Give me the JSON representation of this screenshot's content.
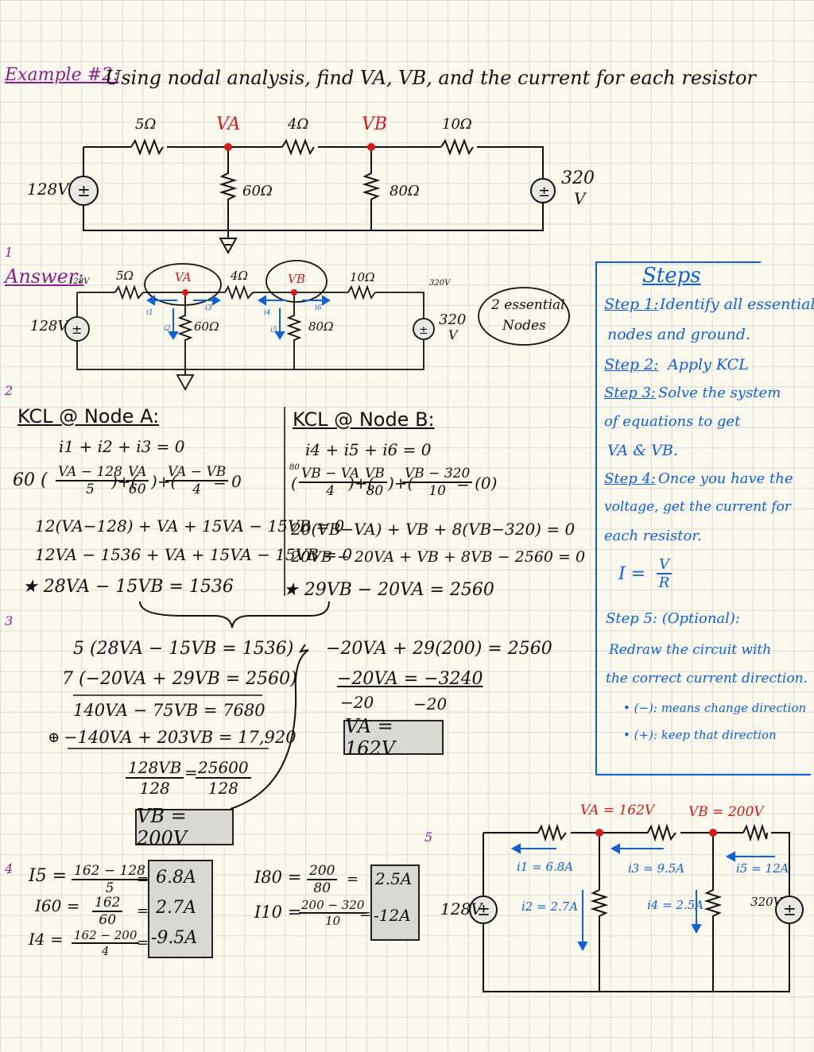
{
  "title": {
    "label": "Example #2:",
    "text": "Using nodal analysis, find VA, VB, and the current for each resistor"
  },
  "circuit1": {
    "r1": "5Ω",
    "va": "VA",
    "r2": "4Ω",
    "vb": "VB",
    "r3": "10Ω",
    "src_left": "128V",
    "r60": "60Ω",
    "r80": "80Ω",
    "src_right": "320",
    "src_right_unit": "V"
  },
  "answer": {
    "step_num": "1",
    "label": "Answer:",
    "left_node_v": "128V",
    "right_node_v": "320V",
    "r1": "5Ω",
    "va": "VA",
    "r2": "4Ω",
    "vb": "VB",
    "r3": "10Ω",
    "src_left": "128V",
    "r60": "60Ω",
    "r80": "80Ω",
    "src_right": "320",
    "src_right_unit": "V",
    "i1": "i1",
    "i2": "i2",
    "i3": "i3",
    "i4": "i4",
    "i5": "i5",
    "i6": "i6",
    "essential_line1": "2 essential",
    "essential_line2": "Nodes"
  },
  "steps": {
    "heading": "Steps",
    "s1_label": "Step 1:",
    "s1_text1": "Identify all essential",
    "s1_text2": "nodes and ground.",
    "s2_label": "Step 2:",
    "s2_text": "Apply KCL",
    "s3_label": "Step 3:",
    "s3_text1": "Solve the system",
    "s3_text2": "of equations to get",
    "s3_text3": "VA & VB.",
    "s4_label": "Step 4:",
    "s4_text1": "Once you have the",
    "s4_text2": "voltage, get the current for",
    "s4_text3": "each resistor.",
    "ohm_lhs": "I =",
    "ohm_num": "V",
    "ohm_den": "R",
    "s5_label": "Step 5: (Optional):",
    "s5_text1": "Redraw the circuit with",
    "s5_text2": "the correct current direction.",
    "s5_b1": "• (−): means change direction",
    "s5_b2": "• (+): keep that direction"
  },
  "kcl_a": {
    "step_num": "2",
    "heading": "KCL @ Node A:",
    "eq1": "i1 + i2 + i3 = 0",
    "eq2_pre": "60 (",
    "eq2_f1n": "VA − 128",
    "eq2_f1d": "5",
    "eq2_f2n": "VA",
    "eq2_f2d": "60",
    "eq2_f3n": "VA − VB",
    "eq2_f3d": "4",
    "eq2_post": "= 0",
    "eq3": "12(VA−128) + VA + 15VA − 15VB = 0",
    "eq4": "12VA − 1536 + VA + 15VA − 15VB = 0",
    "eq5": "★ 28VA − 15VB = 1536"
  },
  "kcl_b": {
    "heading": "KCL @ Node B:",
    "eq1": "i4 + i5 + i6 = 0",
    "eq2_f1n": "VB − VA",
    "eq2_f1d": "4",
    "eq2_f2n": "VB",
    "eq2_f2d": "80",
    "eq2_f3n": "VB − 320",
    "eq2_f3d": "10",
    "eq2_post": "= (0)",
    "mult": "80",
    "eq3": "20(VB−VA) + VB + 8(VB−320) = 0",
    "eq4": "20VB − 20VA + VB + 8VB − 2560 = 0",
    "eq5": "★ 29VB − 20VA = 2560"
  },
  "solve": {
    "step_num": "3",
    "l1": "5 (28VA − 15VB = 1536)",
    "l2": "7 (−20VA + 29VB = 2560)",
    "l3": "140VA − 75VB = 7680",
    "l4_sign": "⊕",
    "l4": "−140VA + 203VB = 17,920",
    "l5n": "128VB",
    "l5n2": "25600",
    "l5d": "128",
    "l5d2": "128",
    "vb_result": "VB = 200V",
    "r1": "−20VA + 29(200) = 2560",
    "r2": "−20VA = −3240",
    "r3": "−20",
    "r3b": "−20",
    "va_result": "VA = 162V"
  },
  "currents": {
    "step_num": "4",
    "i5_lbl": "I5 =",
    "i5_n": "162 − 128",
    "i5_d": "5",
    "i5_v": "6.8A",
    "i60_lbl": "I60 =",
    "i60_n": "162",
    "i60_d": "60",
    "i60_v": "2.7A",
    "i4_lbl": "I4 =",
    "i4_n": "162 − 200",
    "i4_d": "4",
    "i4_v": "-9.5A",
    "i80_lbl": "I80 =",
    "i80_n": "200",
    "i80_d": "80",
    "i80_v": "2.5A",
    "i10_lbl": "I10 =",
    "i10_n": "200 − 320",
    "i10_d": "10",
    "i10_v": "-12A"
  },
  "redraw": {
    "step_num": "5",
    "va": "VA = 162V",
    "vb": "VB = 200V",
    "src_left": "128V",
    "src_right": "320V",
    "i1": "i1 = 6.8A",
    "i3": "i3 = 9.5A",
    "i5": "i5 = 12A",
    "i2": "i2 = 2.7A",
    "i4": "i4 = 2.5A"
  },
  "colors": {
    "red": "#d41a1a",
    "blue": "#1060d8",
    "purple": "#8a1f8f"
  }
}
